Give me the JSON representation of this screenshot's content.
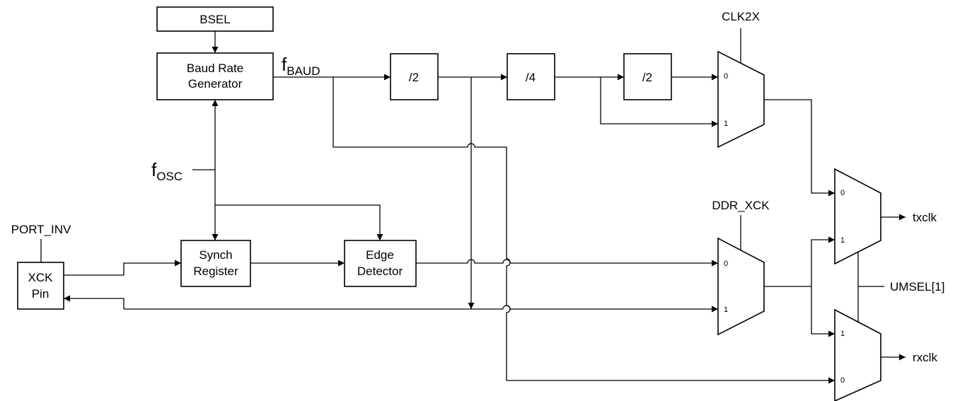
{
  "blocks": {
    "bsel": "BSEL",
    "baud_rate_generator": [
      "Baud Rate",
      "Generator"
    ],
    "div2_a": "/2",
    "div4": "/4",
    "div2_b": "/2",
    "synch_register": [
      "Synch",
      "Register"
    ],
    "edge_detector": [
      "Edge",
      "Detector"
    ],
    "xck_pin": [
      "XCK",
      "Pin"
    ]
  },
  "signals": {
    "f_baud": {
      "base": "f",
      "sub": "BAUD"
    },
    "f_osc": {
      "base": "f",
      "sub": "OSC"
    },
    "clk2x": "CLK2X",
    "ddr_xck": "DDR_XCK",
    "port_inv": "PORT_INV",
    "umsel": "UMSEL[1]",
    "txclk": "txclk",
    "rxclk": "rxclk"
  },
  "mux": {
    "clk2x": {
      "in_top": "0",
      "in_bottom": "1"
    },
    "ddr_xck": {
      "in_top": "0",
      "in_bottom": "1"
    },
    "tx": {
      "in_top": "0",
      "in_bottom": "1"
    },
    "rx": {
      "in_top": "1",
      "in_bottom": "0"
    }
  }
}
